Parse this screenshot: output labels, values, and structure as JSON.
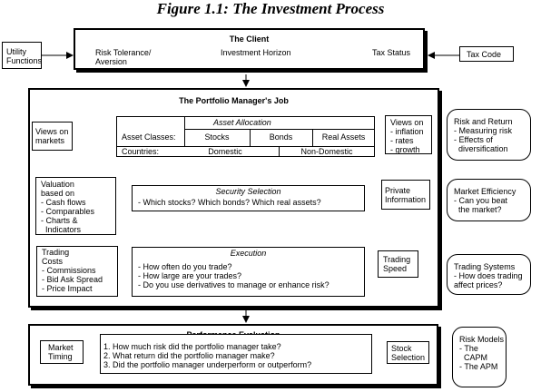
{
  "title": "Figure 1.1: The Investment Process",
  "client": {
    "heading": "The Client",
    "risk": "Risk Tolerance/\nAversion",
    "horizon": "Investment Horizon",
    "tax": "Tax Status"
  },
  "utility": "Utility\nFunctions",
  "tax_code": "Tax Code",
  "manager": {
    "heading": "The Portfolio Manager's Job",
    "views_markets": "Views on\nmarkets",
    "views_right": "Views on\n- inflation\n- rates\n- growth",
    "asset_allocation": {
      "heading": "Asset Allocation",
      "classes_label": "Asset Classes:",
      "classes": [
        "Stocks",
        "Bonds",
        "Real Assets"
      ],
      "countries_label": "Countries:",
      "countries": [
        "Domestic",
        "Non-Domestic"
      ]
    },
    "valuation": "Valuation\nbased on\n- Cash flows\n- Comparables\n- Charts &\n  Indicators",
    "security_selection": {
      "heading": "Security Selection",
      "text": "- Which stocks? Which bonds? Which real assets?"
    },
    "private_info": "Private\nInformation",
    "trading_costs": "Trading\nCosts\n- Commissions\n- Bid Ask Spread\n- Price Impact",
    "execution": {
      "heading": "Execution",
      "lines": [
        "- How often do you trade?",
        "- How large are your trades?",
        "- Do you use derivatives to manage or enhance risk?"
      ]
    },
    "trading_speed": "Trading\nSpeed"
  },
  "side": {
    "risk_return": "Risk and Return\n- Measuring risk\n- Effects of\n  diversification",
    "market_eff": "Market Efficiency\n- Can you beat\n  the market?",
    "trading_systems": "Trading Systems\n- How does trading\naffect prices?",
    "risk_models": "Risk Models\n- The\n  CAPM\n- The APM"
  },
  "performance": {
    "heading": "Performance Evaluation",
    "lines": [
      "1. How much risk did the portfolio manager take?",
      "2. What return did the portfolio manager make?",
      "3. Did the portfolio manager underperform or outperform?"
    ],
    "market_timing": "Market\nTiming",
    "stock_selection": "Stock\nSelection"
  }
}
